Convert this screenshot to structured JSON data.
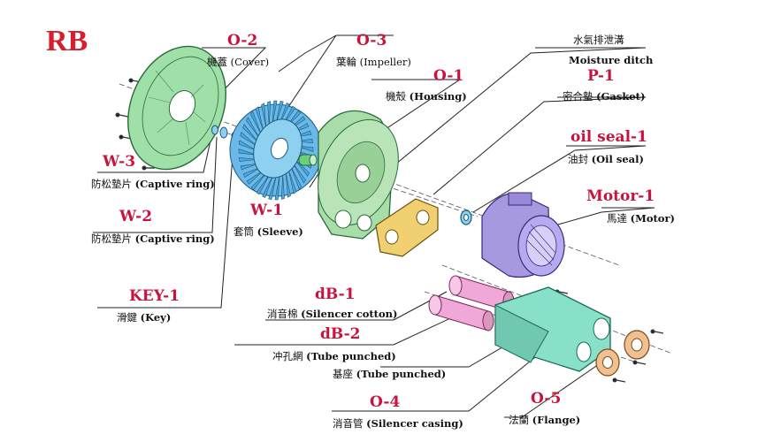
{
  "brand": "RB",
  "parts": {
    "o2": {
      "code": "O-2",
      "zh": "機蓋",
      "en": "(Cover)"
    },
    "o3": {
      "code": "O-3",
      "zh": "葉輪",
      "en": "(Impeller)"
    },
    "moisture": {
      "zh": "水氣排泄溝",
      "en": "Moisture ditch"
    },
    "o1": {
      "code": "O-1",
      "zh": "機殼",
      "en": "(Housing)"
    },
    "p1": {
      "code": "P-1",
      "zh": "密合墊",
      "en": "(Gasket)"
    },
    "oilseal": {
      "code": "oil seal-1",
      "zh": "油封",
      "en": "(Oil seal)"
    },
    "motor": {
      "code": "Motor-1",
      "zh": "馬達",
      "en": "(Motor)"
    },
    "w3": {
      "code": "W-3",
      "zh": "防松墊片",
      "en": "(Captive ring)"
    },
    "w2": {
      "code": "W-2",
      "zh": "防松墊片",
      "en": "(Captive ring)"
    },
    "w1": {
      "code": "W-1",
      "zh": "套筒",
      "en": "(Sleeve)"
    },
    "key1": {
      "code": "KEY-1",
      "zh": "滑鍵",
      "en": "(Key)"
    },
    "db1": {
      "code": "dB-1",
      "zh": "消音棉",
      "en": "(Silencer cotton)"
    },
    "db2": {
      "code": "dB-2",
      "zh": "冲孔網",
      "en": "(Tube punched)"
    },
    "base": {
      "zh": "基座",
      "en": "(Tube punched)"
    },
    "o4": {
      "code": "O-4",
      "zh": "消音管",
      "en": "(Silencer casing)"
    },
    "o5": {
      "code": "O-5",
      "zh": "法蘭",
      "en": "(Flange)"
    }
  },
  "colors": {
    "label_code": "#c8143c",
    "cover": "#9ee0a8",
    "impeller": "#4aa8e0",
    "housing": "#a8dca8",
    "gasket": "#f0d070",
    "motor": "#a898e0",
    "silencer": "#f0a8d8",
    "base": "#88e0c8",
    "flange": "#f0c090"
  }
}
